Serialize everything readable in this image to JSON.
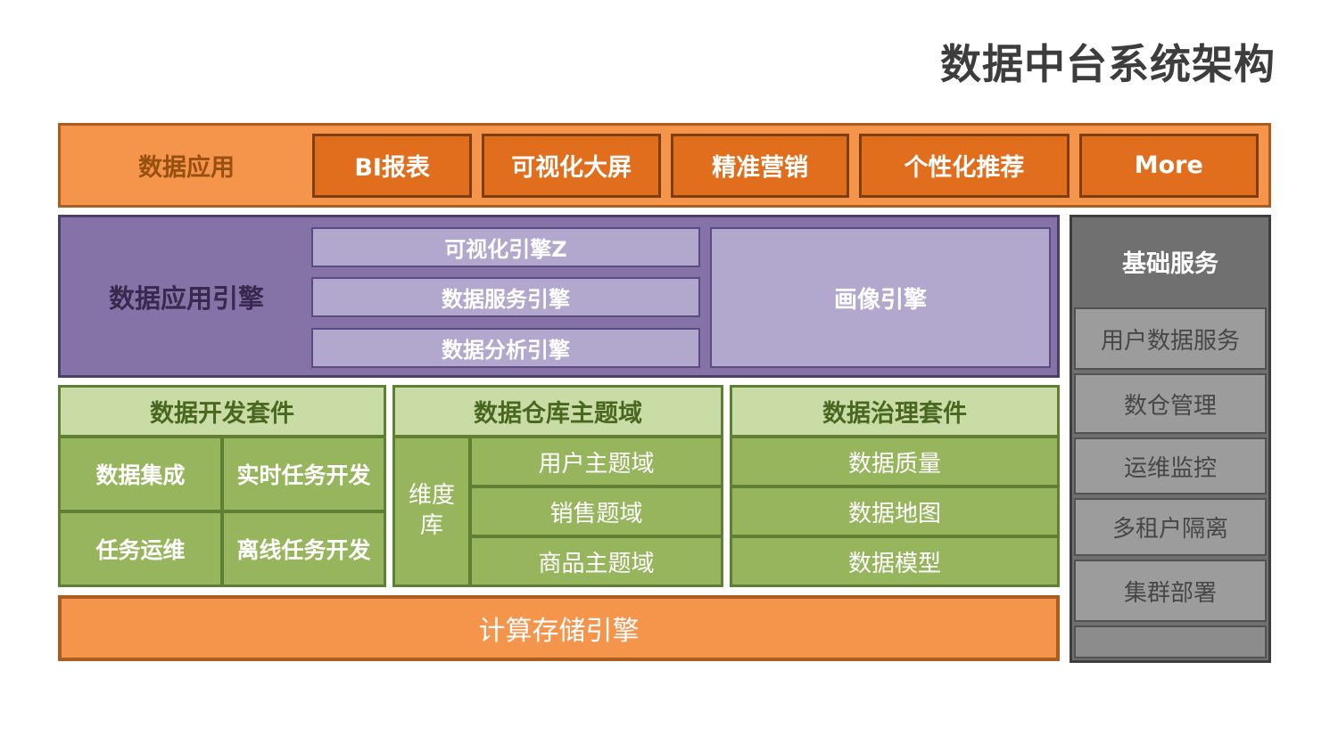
{
  "title": "数据中台系统架构",
  "colors": {
    "orange_fill": "#f5954c",
    "orange_border": "#ac5c1e",
    "orange_button": "#e06e1c",
    "purple_fill": "#8573a8",
    "purple_box": "#b2a8ce",
    "gray_header": "#707070",
    "gray_item": "#9c9c9c",
    "green_dark": "#5f8033",
    "green_header": "#c9dca6",
    "green_cell": "#97b55d"
  },
  "top_row": {
    "label": "数据应用",
    "buttons": [
      "BI报表",
      "可视化大屏",
      "精准营销",
      "个性化推荐",
      "More"
    ]
  },
  "engine_section": {
    "label": "数据应用引擎",
    "engines": [
      "可视化引擎Z",
      "数据服务引擎",
      "数据分析引擎"
    ],
    "portrait": "画像引擎"
  },
  "base_services": {
    "header": "基础服务",
    "items": [
      "用户数据服务",
      "数仓管理",
      "运维监控",
      "多租户隔离",
      "集群部署"
    ]
  },
  "dev_suite": {
    "header": "数据开发套件",
    "cells": [
      "数据集成",
      "实时任务开发",
      "任务运维",
      "离线任务开发"
    ]
  },
  "warehouse": {
    "header": "数据仓库主题域",
    "side": "维度库",
    "rows": [
      "用户主题域",
      "销售题域",
      "商品主题域"
    ]
  },
  "governance": {
    "header": "数据治理套件",
    "rows": [
      "数据质量",
      "数据地图",
      "数据模型"
    ]
  },
  "bottom_bar": {
    "label": "计算存储引擎"
  }
}
